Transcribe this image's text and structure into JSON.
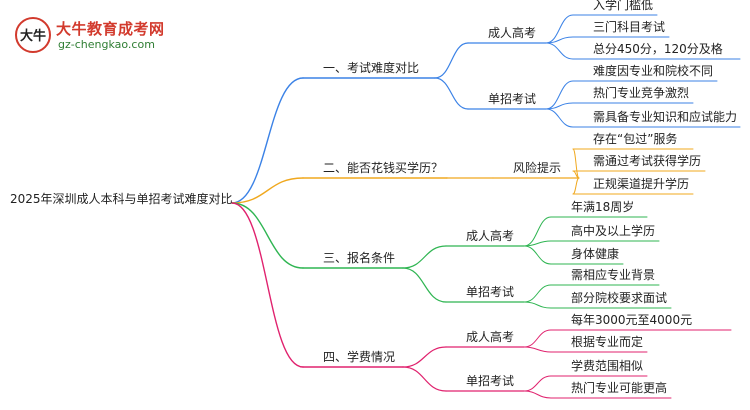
{
  "logo": {
    "title": "大牛教育成考网",
    "url": "gz-chengkao.com",
    "mark_text": "大牛"
  },
  "root": "2025年深圳成人本科与单招考试难度对比",
  "colors": {
    "branch1": "#3b82e6",
    "branch2": "#f0a81e",
    "branch3": "#2fb552",
    "branch4": "#e0226e"
  },
  "branches": [
    {
      "label": "一、考试难度对比",
      "color_key": "branch1",
      "groups": [
        {
          "label": "成人高考",
          "leaves": [
            "入学门槛低",
            "三门科目考试",
            "总分450分，120分及格"
          ]
        },
        {
          "label": "单招考试",
          "leaves": [
            "难度因专业和院校不同",
            "热门专业竞争激烈",
            "需具备专业知识和应试能力"
          ]
        }
      ]
    },
    {
      "label": "二、能否花钱买学历？",
      "color_key": "branch2",
      "groups": [
        {
          "label": "风险提示",
          "leaves": [
            "存在“包过”服务",
            "需通过考试获得学历",
            "正规渠道提升学历"
          ]
        }
      ]
    },
    {
      "label": "三、报名条件",
      "color_key": "branch3",
      "groups": [
        {
          "label": "成人高考",
          "leaves": [
            "年满18周岁",
            "高中及以上学历",
            "身体健康"
          ]
        },
        {
          "label": "单招考试",
          "leaves": [
            "需相应专业背景",
            "部分院校要求面试"
          ]
        }
      ]
    },
    {
      "label": "四、学费情况",
      "color_key": "branch4",
      "groups": [
        {
          "label": "成人高考",
          "leaves": [
            "每年3000元至4000元",
            "根据专业而定"
          ]
        },
        {
          "label": "单招考试",
          "leaves": [
            "学费范围相似",
            "热门专业可能更高"
          ]
        }
      ]
    }
  ]
}
